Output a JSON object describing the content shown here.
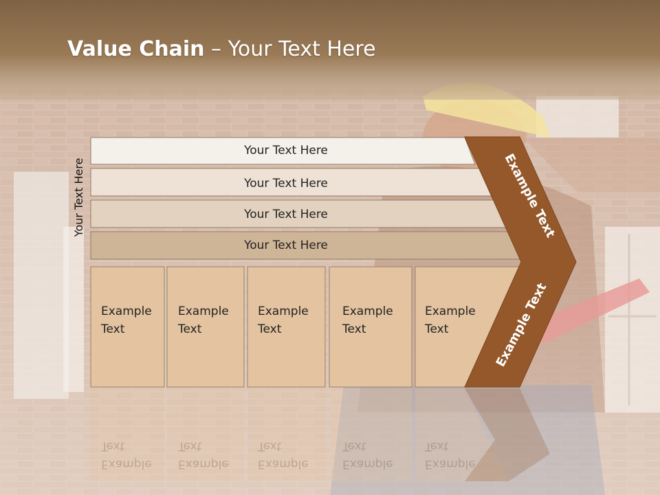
{
  "slide": {
    "title_bold": "Value Chain",
    "title_rest": " – Your Text Here",
    "vertical_label": "Your Text Here"
  },
  "bars": [
    {
      "label": "Your Text Here",
      "fill": "#f4f0ea"
    },
    {
      "label": "Your Text Here",
      "fill": "#ede2d5"
    },
    {
      "label": "Your Text Here",
      "fill": "#e2d2bf"
    },
    {
      "label": "Your Text Here",
      "fill": "#cfb597"
    }
  ],
  "columns": [
    {
      "line1": "Example",
      "line2": "Text"
    },
    {
      "line1": "Example",
      "line2": "Text"
    },
    {
      "line1": "Example",
      "line2": "Text"
    },
    {
      "line1": "Example",
      "line2": "Text"
    },
    {
      "line1": "Example",
      "line2": "Text"
    }
  ],
  "chevron": {
    "upper_label": "Example Text",
    "lower_label": "Example Text",
    "fill": "#94582a"
  },
  "colors": {
    "header_band": "#8a6a48",
    "column_fill": "#e3c3a0",
    "column_stroke": "#9a8068"
  }
}
